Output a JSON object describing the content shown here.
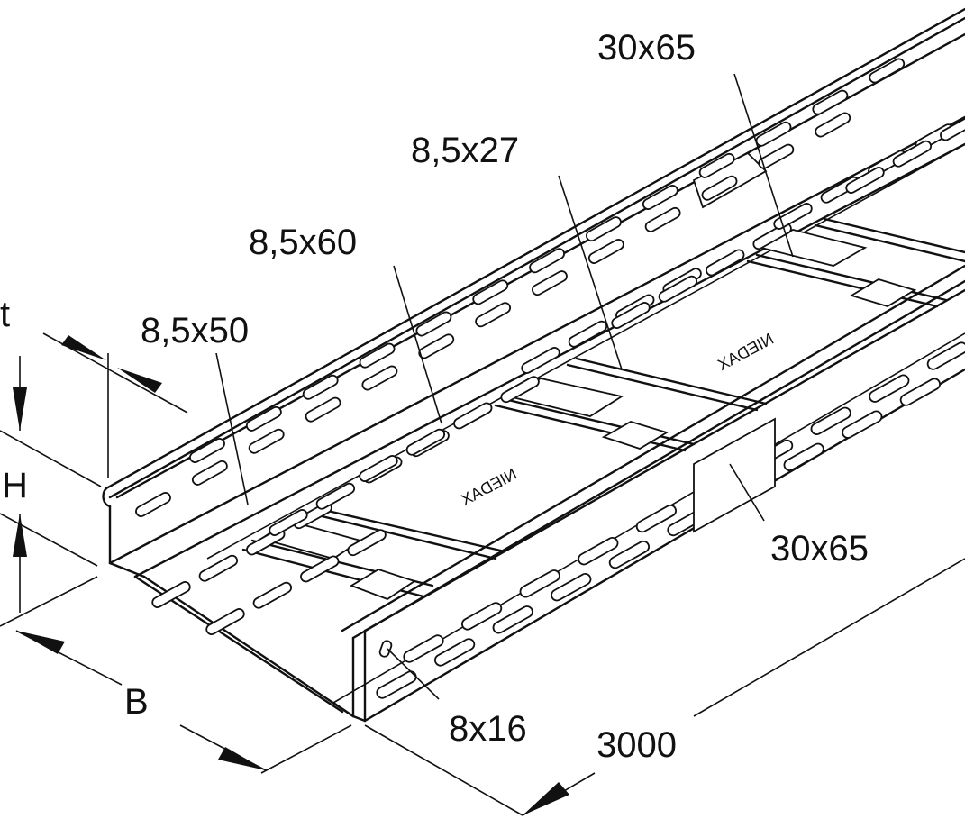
{
  "labels": {
    "slot_top_right": "30x65",
    "slot_center": "8,5x27",
    "slot_middle": "8,5x60",
    "slot_left": "8,5x50",
    "slot_side_right": "30x65",
    "slot_end": "8x16",
    "length": "3000"
  },
  "dimensions": {
    "thickness": "t",
    "height": "H",
    "width": "B"
  },
  "marking": "NIEDAX"
}
